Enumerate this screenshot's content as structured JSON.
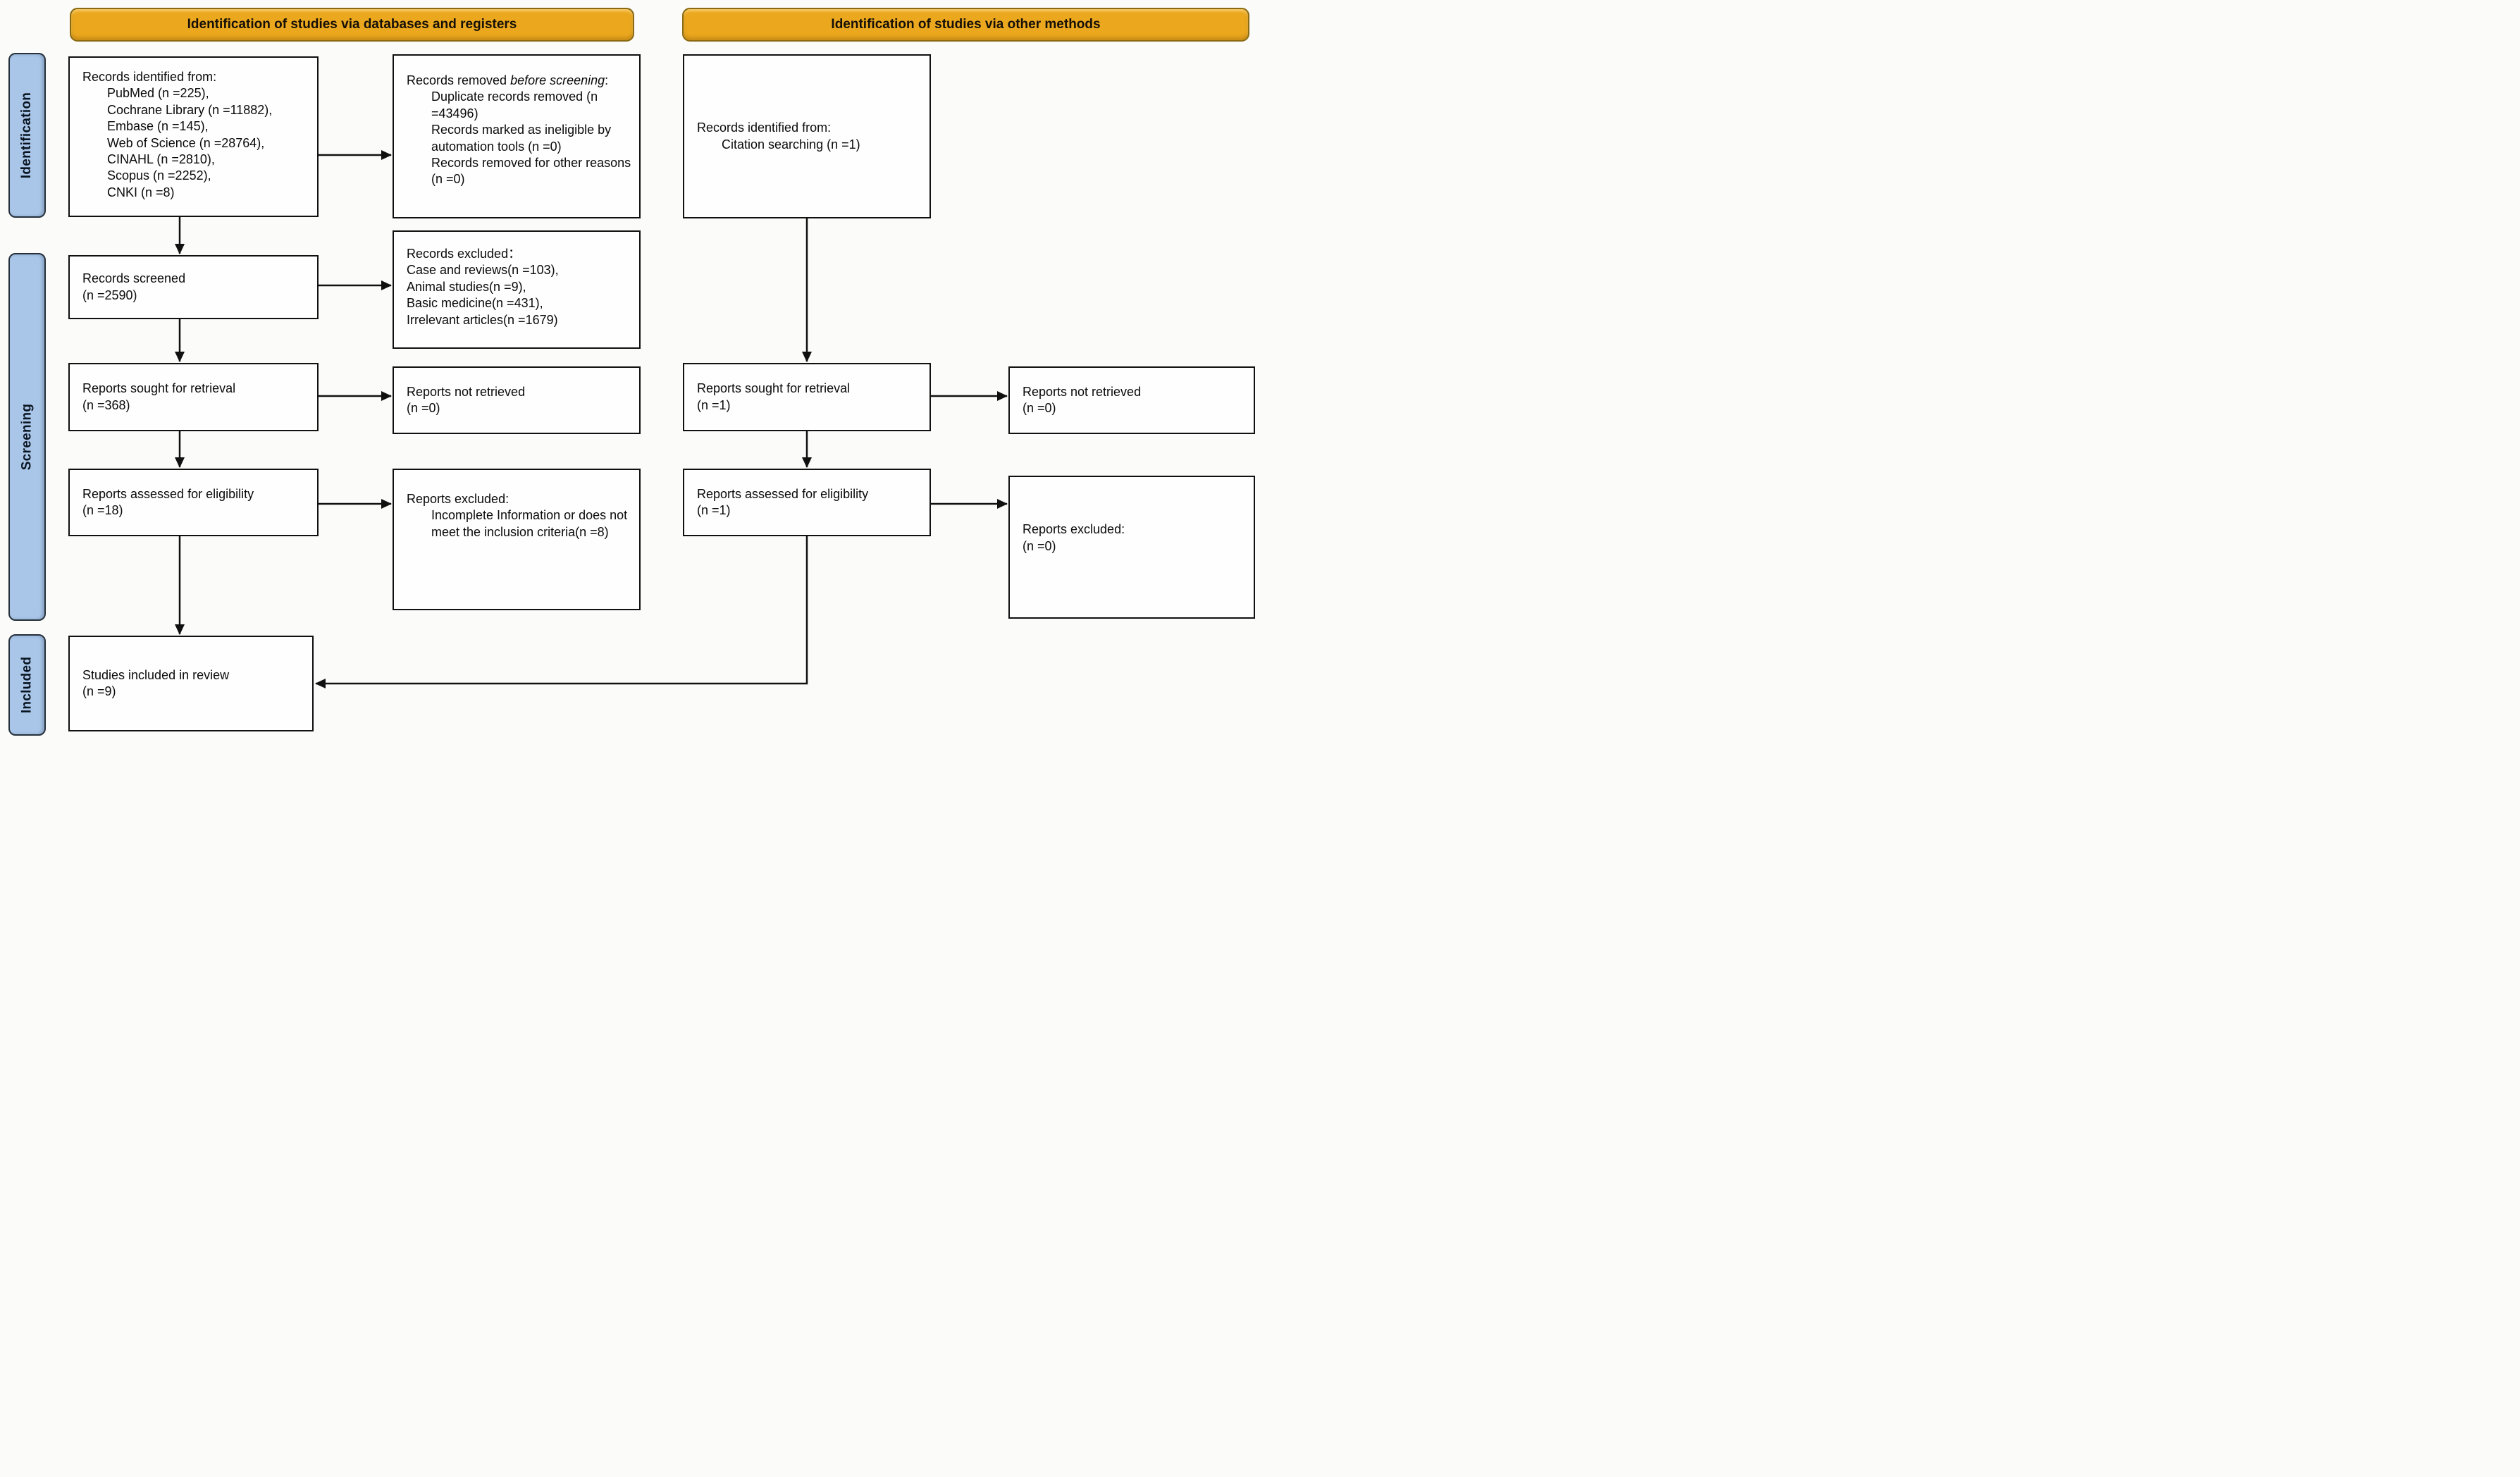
{
  "colors": {
    "header_bg": "#EBA81E",
    "header_border": "#8a6a12",
    "sidebar_bg": "#A9C6E8",
    "box_border": "#101010",
    "arrow": "#101010"
  },
  "headers": {
    "left": "Identification of studies via databases and registers",
    "right": "Identification of studies via other methods"
  },
  "sidebar": {
    "identification": "Identification",
    "screening": "Screening",
    "included": "Included"
  },
  "boxes": {
    "db_identified": {
      "title": "Records identified from:",
      "items": [
        "PubMed (n =225),",
        "Cochrane Library (n =11882),",
        "Embase (n =145),",
        "Web of Science (n =28764),",
        "CINAHL (n =2810),",
        "Scopus (n =2252),",
        "CNKI (n =8)"
      ]
    },
    "records_removed": {
      "title_prefix": "Records removed ",
      "title_italic": "before screening",
      "title_suffix": ":",
      "items": [
        "Duplicate records removed (n =43496)",
        "Records marked as ineligible by automation tools (n =0)",
        "Records removed for other reasons (n =0)"
      ]
    },
    "other_identified": {
      "title": "Records identified from:",
      "items": [
        "Citation searching (n =1)"
      ]
    },
    "records_screened": {
      "text": "Records screened\n(n =2590)"
    },
    "records_excluded": {
      "title": "Records excluded：",
      "items": [
        "Case and reviews(n =103),",
        "Animal studies(n =9),",
        "Basic medicine(n =431),",
        "Irrelevant articles(n =1679)"
      ]
    },
    "reports_sought_db": {
      "text": "Reports sought for retrieval\n(n =368)"
    },
    "reports_not_retrieved_db": {
      "text": "Reports not retrieved\n(n =0)"
    },
    "reports_assessed_db": {
      "text": "Reports assessed for eligibility\n(n =18)"
    },
    "reports_excluded_db": {
      "title": "Reports excluded:",
      "items": [
        "Incomplete Information or does not meet the inclusion criteria(n =8)"
      ]
    },
    "reports_sought_other": {
      "text": "Reports sought for retrieval\n(n =1)"
    },
    "reports_not_retrieved_other": {
      "text": "Reports not retrieved\n(n =0)"
    },
    "reports_assessed_other": {
      "text": "Reports assessed for eligibility\n(n =1)"
    },
    "reports_excluded_other": {
      "text": "Reports excluded:\n(n =0)"
    },
    "included_studies": {
      "text": "Studies included in review\n(n =9)"
    }
  }
}
